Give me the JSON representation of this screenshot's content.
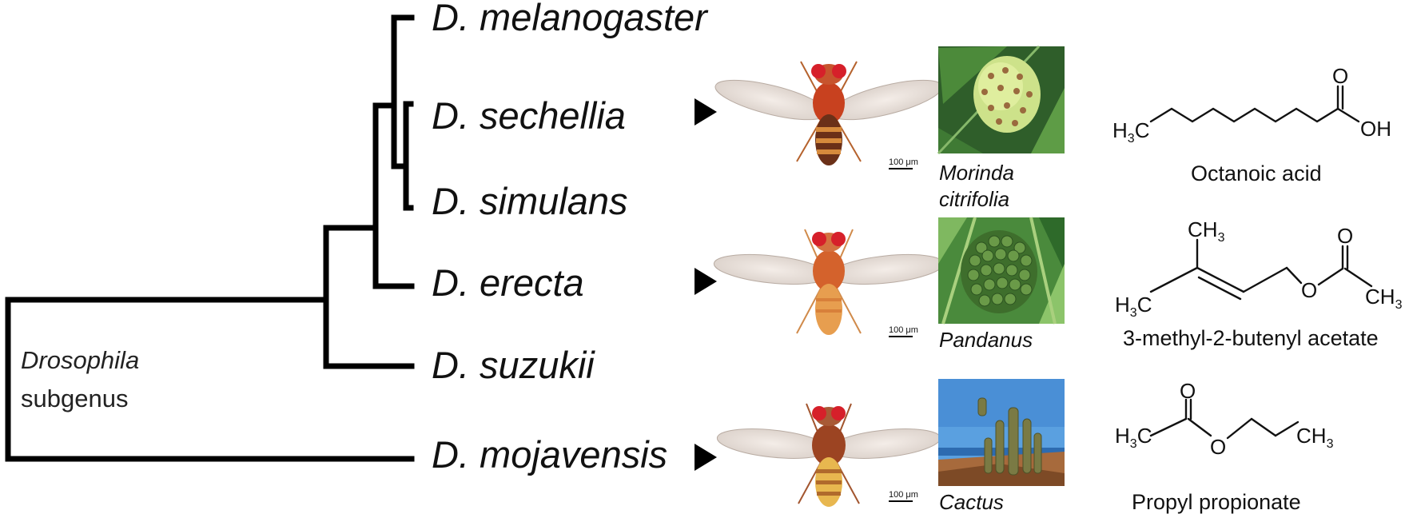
{
  "figure": {
    "species": [
      "D. melanogaster",
      "D. sechellia",
      "D. simulans",
      "D. erecta",
      "D. suzukii",
      "D. mojavensis"
    ],
    "subgenus_label": {
      "line1": "Drosophila",
      "line2": "subgenus"
    },
    "scale_bar_label": "100 μm",
    "hosts": [
      {
        "name_line1": "Morinda",
        "name_line2": "citrifolia",
        "compound": "Octanoic acid"
      },
      {
        "name_line1": "Pandanus",
        "name_line2": "",
        "compound": "3-methyl-2-butenyl acetate"
      },
      {
        "name_line1": "Cactus",
        "name_line2": "",
        "compound": "Propyl propionate"
      }
    ],
    "atoms": {
      "H": "H",
      "C": "C",
      "O": "O",
      "OH": "OH",
      "sub3": "3"
    },
    "colors": {
      "tree": "#000000",
      "fly_red": "#c8411f",
      "fly_orange": "#e79e4f",
      "fly_yellow": "#e8b74f",
      "leaf_green": "#3e7a34",
      "sky_blue": "#4a8fd6"
    }
  }
}
